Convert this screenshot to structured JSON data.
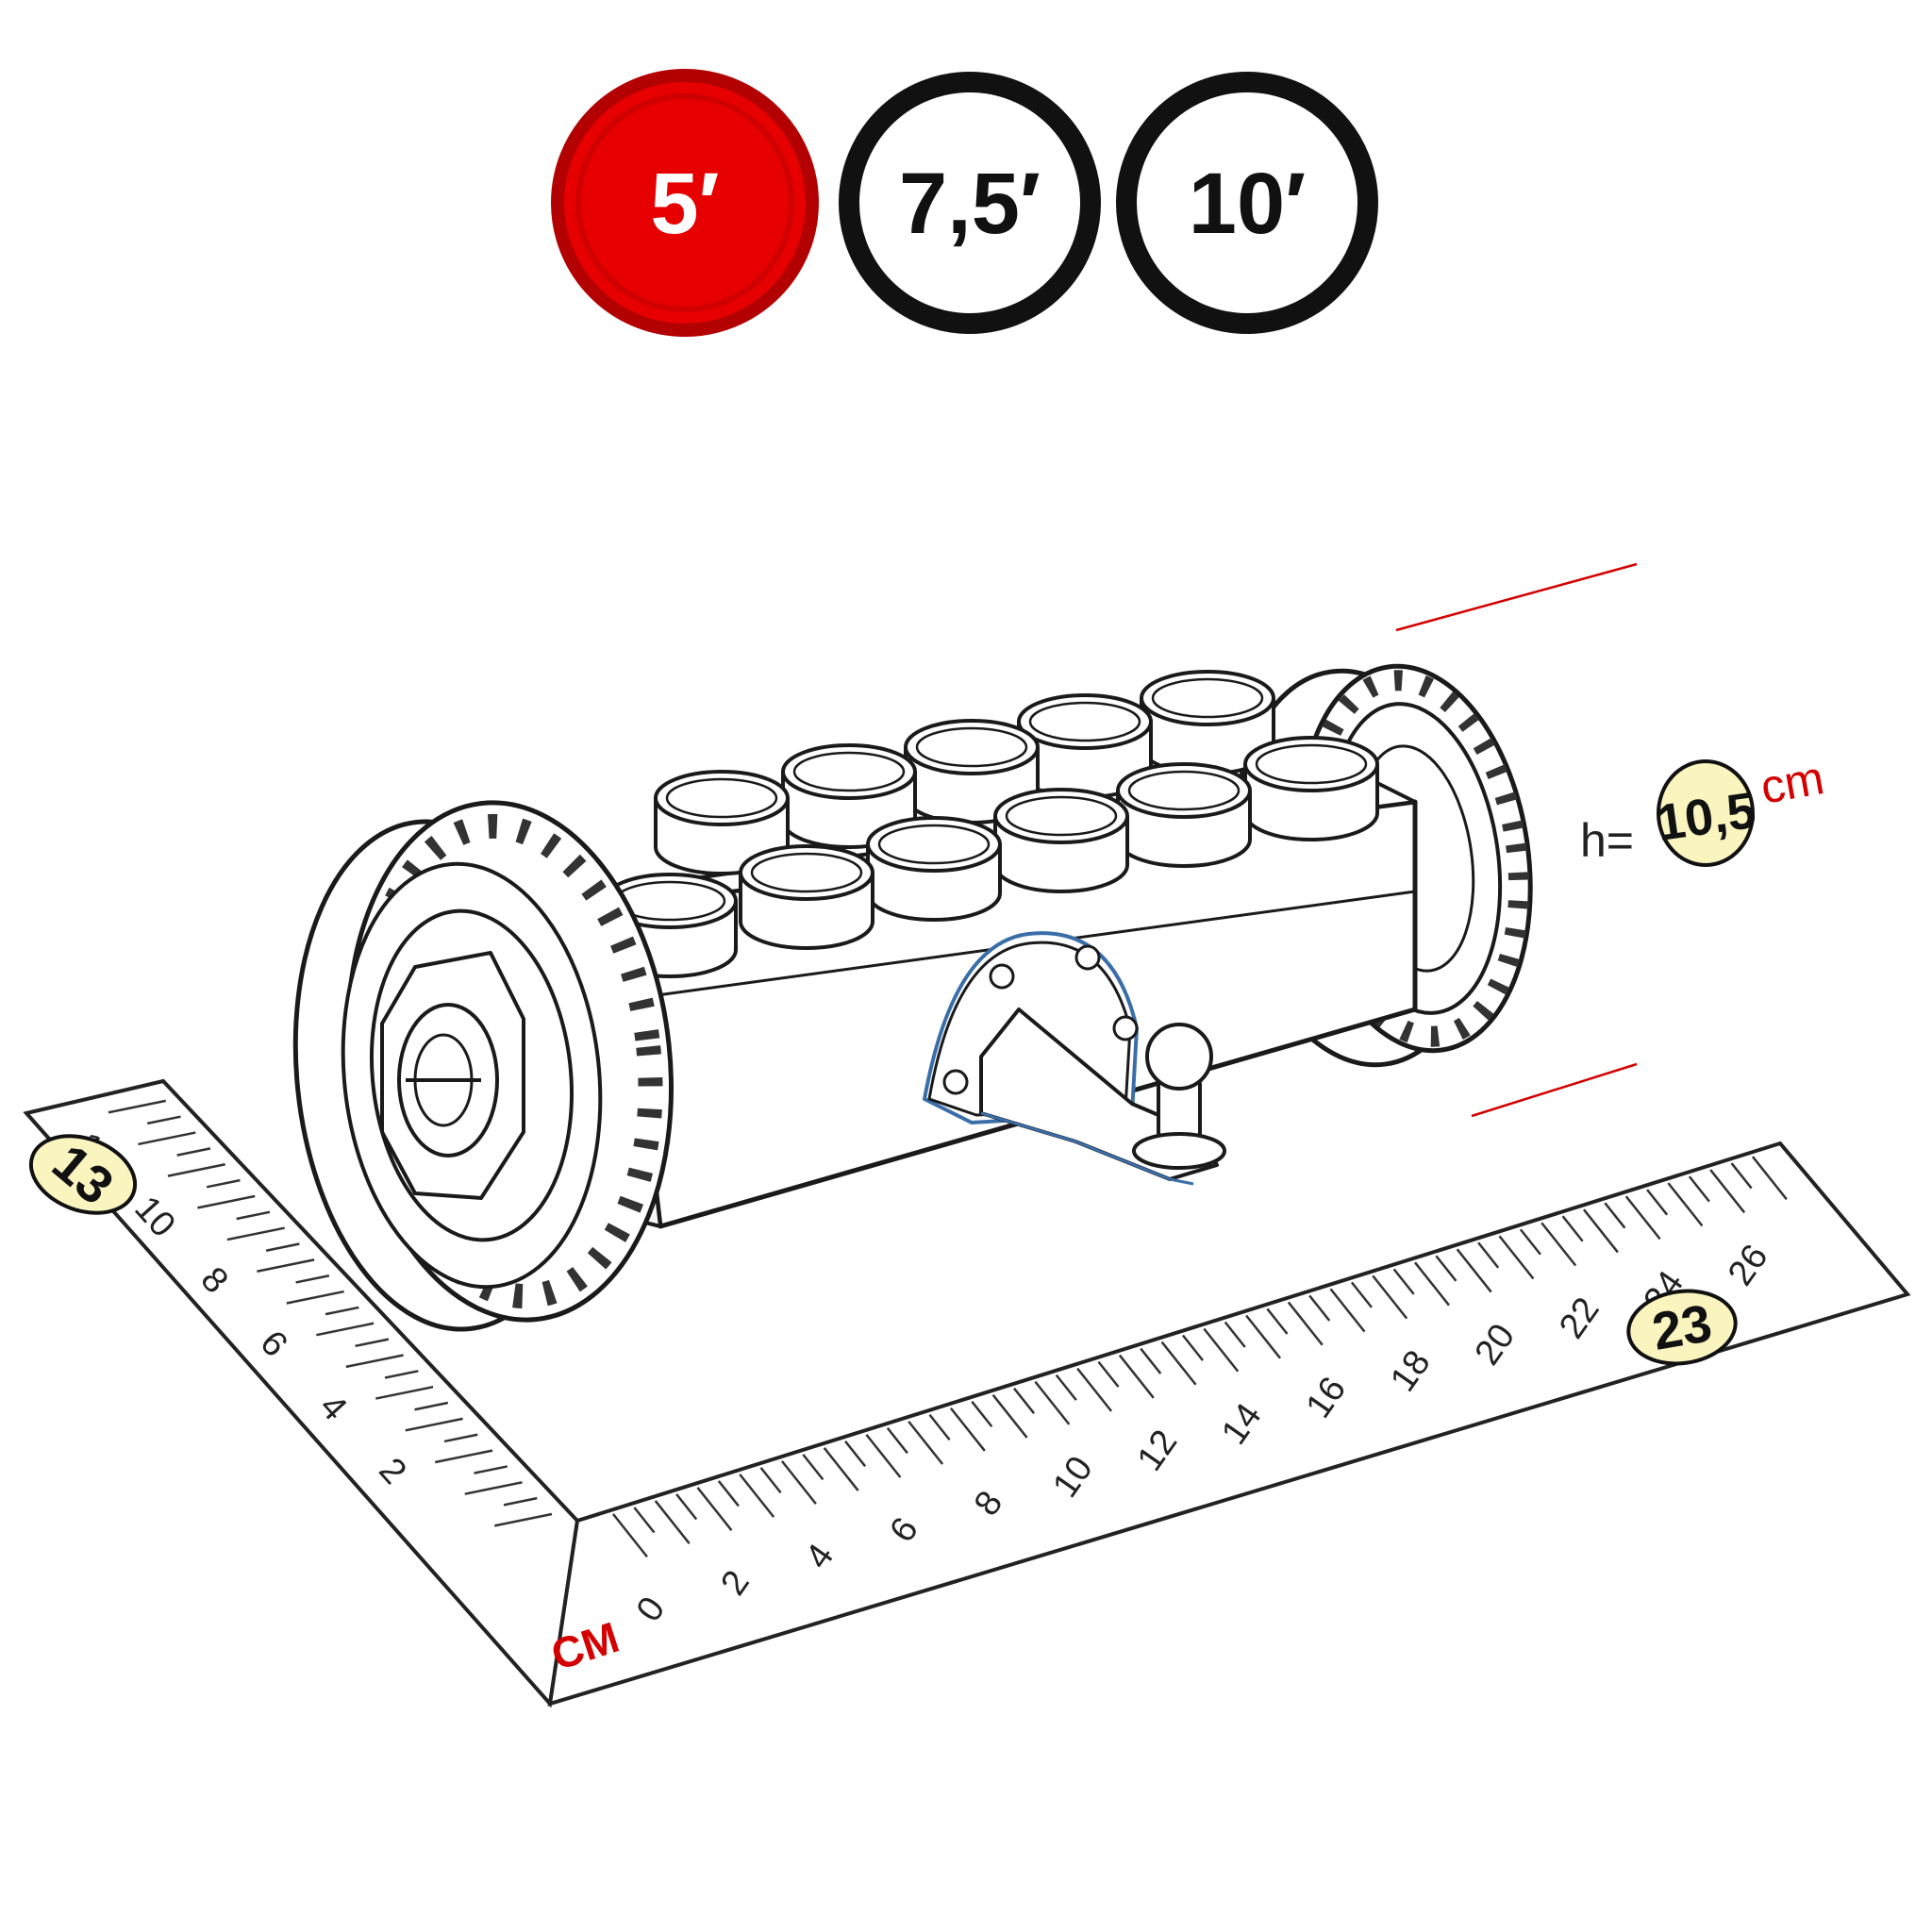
{
  "size_options": [
    {
      "label": "5′",
      "selected": true
    },
    {
      "label": "7,5′",
      "selected": false
    },
    {
      "label": "10′",
      "selected": false
    }
  ],
  "colors": {
    "selected_fill": "#e60000",
    "selected_ring": "#b30000",
    "ring": "#111111",
    "badge_fill": "#faf4bf",
    "accent_red": "#d40000",
    "outline": "#1a1a1a"
  },
  "height_annotation": {
    "prefix": "h=",
    "value": "10,5",
    "unit": "cm"
  },
  "ruler": {
    "unit_label": "CM",
    "horizontal_ticks": [
      "0",
      "2",
      "4",
      "6",
      "8",
      "10",
      "12",
      "14",
      "16",
      "18",
      "20",
      "22",
      "24",
      "26"
    ],
    "vertical_ticks": [
      "2",
      "4",
      "6",
      "8",
      "10",
      "12"
    ]
  },
  "badges": {
    "depth": "13",
    "width": "23"
  }
}
